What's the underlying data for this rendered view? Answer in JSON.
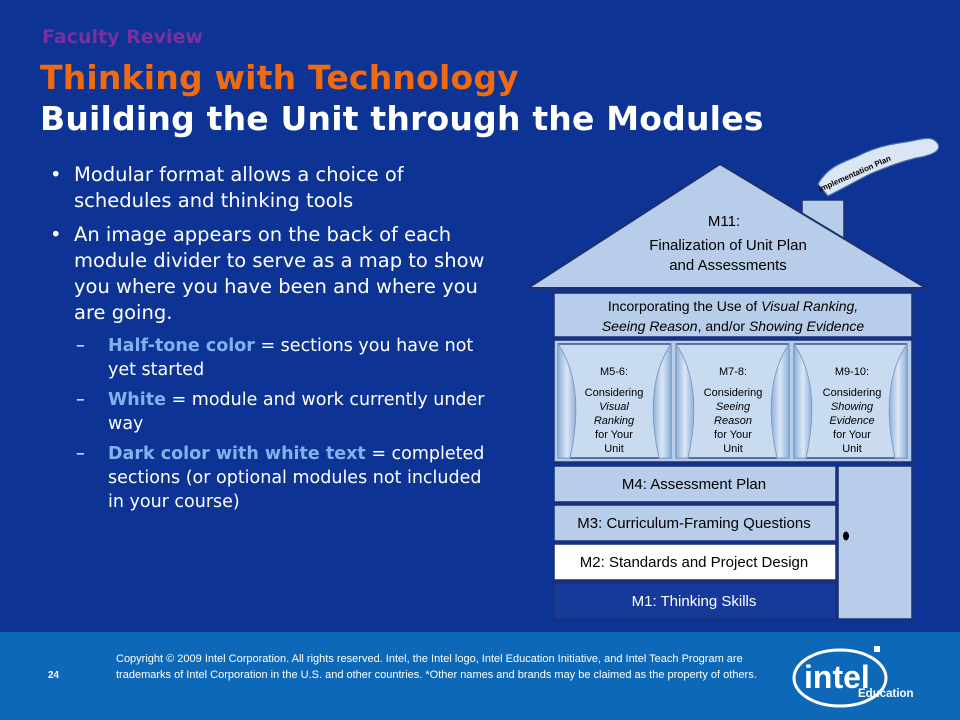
{
  "header": {
    "review_label": "Faculty Review",
    "title_line1": "Thinking with Technology",
    "title_line2": "Building the Unit through the Modules"
  },
  "bullets": {
    "b1": "Modular format allows a choice of schedules and thinking tools",
    "b2": "An image appears on the back of each module divider to serve as a map to show you where you have been and where you are going.",
    "sub1_hl": "Half-tone color",
    "sub1_text": " = sections you have not yet started",
    "sub2_hl": "White",
    "sub2_text": " = module and work currently under way",
    "sub3_hl": "Dark color with white text",
    "sub3_text": " = completed sections (or optional modules not included in your course)"
  },
  "house": {
    "smoke_label": "Implementation Plan",
    "roof_line1": "M11:",
    "roof_line2": "Finalization of Unit Plan",
    "roof_line3": "and Assessments",
    "band_line1_a": "Incorporating the Use of ",
    "band_line1_b": "Visual Ranking,",
    "band_line2_a": "Seeing Reason",
    "band_line2_b": ", and/or ",
    "band_line2_c": "Showing Evidence",
    "win1": [
      "M5-6:",
      "Considering",
      "Visual",
      "Ranking",
      "for Your",
      "Unit"
    ],
    "win2": [
      "M7-8:",
      "Considering",
      "Seeing",
      "Reason",
      "for Your",
      "Unit"
    ],
    "win3": [
      "M9-10:",
      "Considering",
      "Showing",
      "Evidence",
      "for Your",
      "Unit"
    ],
    "m4": "M4: Assessment Plan",
    "m3": "M3: Curriculum-Framing Questions",
    "m2": "M2: Standards and Project Design",
    "m1": "M1: Thinking Skills"
  },
  "footer": {
    "page_number": "24",
    "copyright": "Copyright © 2009 Intel Corporation. All rights reserved. Intel, the Intel logo, Intel Education Initiative, and Intel Teach Program are trademarks of Intel Corporation in the U.S. and other countries. *Other names and brands may be claimed as the property of others.",
    "logo_text": "intel",
    "logo_sub": "Education"
  },
  "colors": {
    "background": "#0d3494",
    "title_orange": "#f06a10",
    "review_purple": "#7a2fa0",
    "highlight": "#7fb3ec",
    "house_fill": "#b8cdea",
    "m1_fill": "#163a9a",
    "footer": "#0e68b8"
  }
}
